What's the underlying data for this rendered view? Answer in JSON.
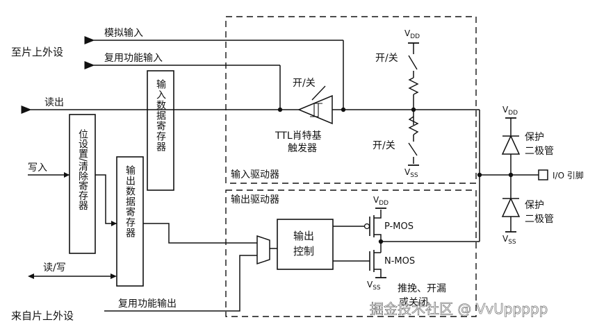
{
  "labels": {
    "to_peripheral": "至片上外设",
    "analog_input": "模拟输入",
    "alt_func_input": "复用功能输入",
    "read_out": "读出",
    "write_in": "写入",
    "read_write": "读/写",
    "from_peripheral": "来自片上外设",
    "alt_func_output": "复用功能输出",
    "input_data_register": "输入数据寄存器",
    "bit_set_reset_register": "位设置/清除寄存器",
    "output_data_register": "输出数据寄存器",
    "switch_top": "开/关",
    "switch_pullup": "开/关",
    "switch_pulldown": "开/关",
    "schmitt_line1": "TTL肖特基",
    "schmitt_line2": "触发器",
    "input_driver": "输入驱动器",
    "output_driver": "输出驱动器",
    "output_control_line1": "输出",
    "output_control_line2": "控制",
    "pmos": "P-MOS",
    "nmos": "N-MOS",
    "vdd": "V",
    "vdd_sub": "DD",
    "vss": "V",
    "vss_sub": "SS",
    "protect_diode_top_line1": "保护",
    "protect_diode_top_line2": "二极管",
    "protect_diode_bottom_line1": "保护",
    "protect_diode_bottom_line2": "二极管",
    "io_pin": "I/O 引脚",
    "push_pull_open_drain_line1": "推挽、开漏",
    "push_pull_open_drain_line2": "或关闭"
  },
  "watermark": "掘金技术社区 @ VvUppppp",
  "colors": {
    "line": "#111111",
    "background": "#ffffff",
    "watermark": "#ffffff"
  }
}
